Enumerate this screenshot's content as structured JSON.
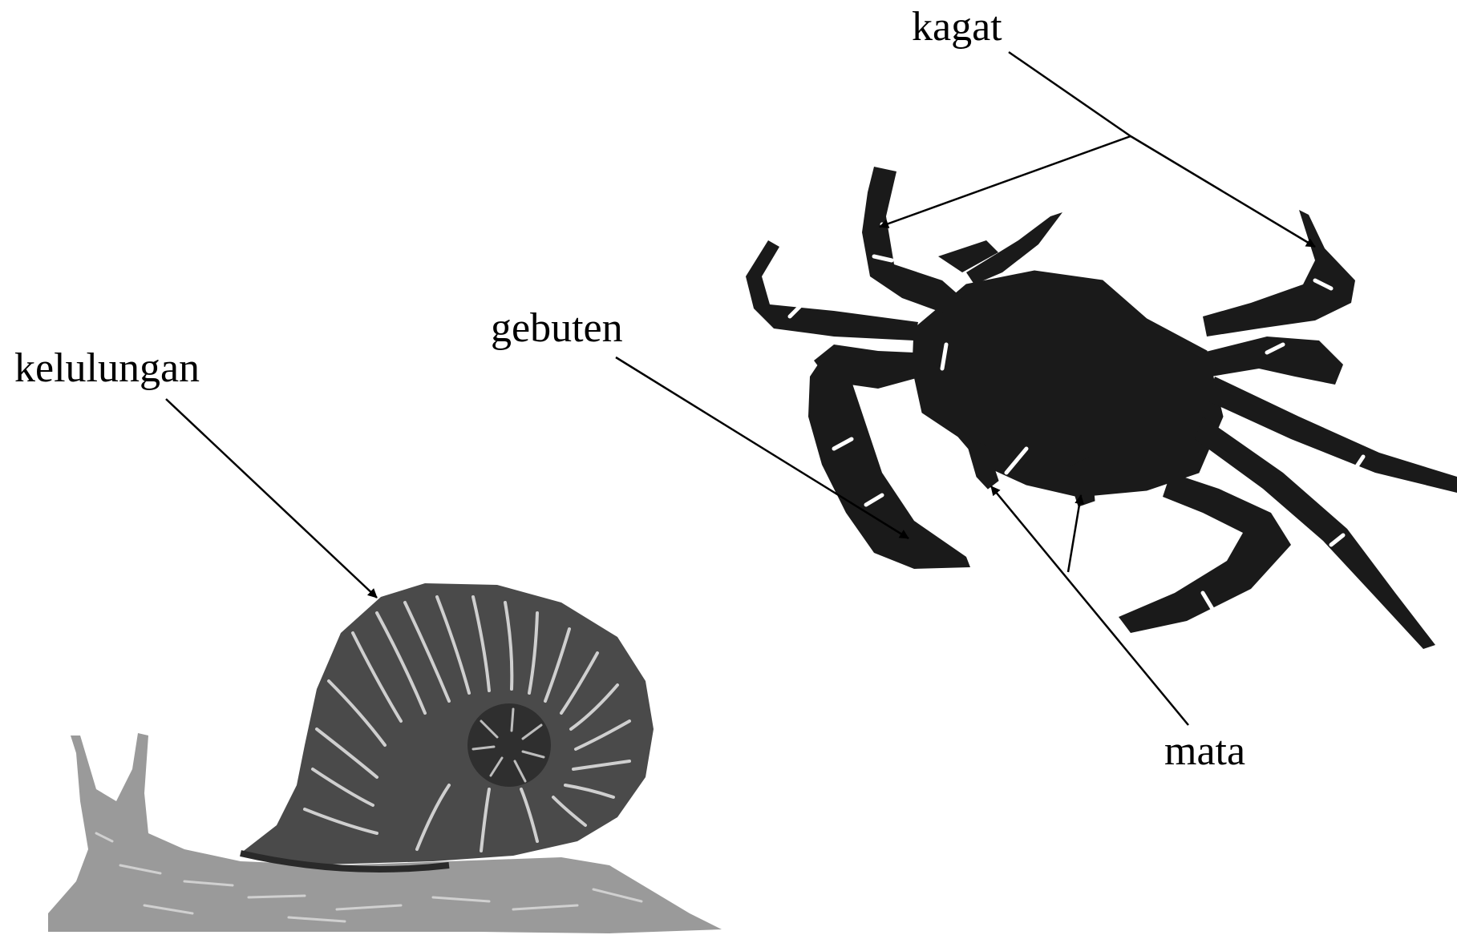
{
  "labels": {
    "kagat": "kagat",
    "gebuten": "gebuten",
    "kelulungan": "kelulungan",
    "mata": "mata"
  },
  "figures": [
    {
      "name": "crab",
      "shown_as": "black silhouette illustration"
    },
    {
      "name": "snail",
      "shown_as": "grey woodcut-style illustration"
    }
  ],
  "colors": {
    "background": "#ffffff",
    "crab": "#1a1a1a",
    "snail_shell": "#4a4a4a",
    "snail_body": "#9a9a9a",
    "leader_lines": "#000000"
  }
}
